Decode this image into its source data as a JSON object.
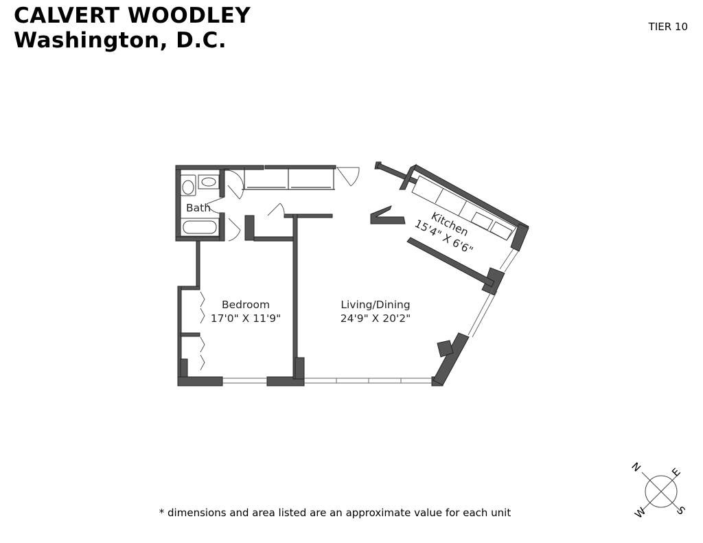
{
  "header": {
    "building": "CALVERT WOODLEY",
    "city": "Washington, D.C.",
    "tier": "TIER 10"
  },
  "rooms": {
    "bath": {
      "name": "Bath"
    },
    "bedroom": {
      "name": "Bedroom",
      "dims": "17'0\" X 11'9\""
    },
    "living": {
      "name": "Living/Dining",
      "dims": "24'9\" X 20'2\""
    },
    "kitchen": {
      "name": "Kitchen",
      "dims": "15'4\" X 6'6\""
    }
  },
  "footnote": "* dimensions and area listed are an approximate value for each unit",
  "compass": {
    "n": "N",
    "e": "E",
    "s": "S",
    "w": "W"
  },
  "colors": {
    "wall": "#555555",
    "wall_stroke": "#222222",
    "line": "#666666"
  }
}
